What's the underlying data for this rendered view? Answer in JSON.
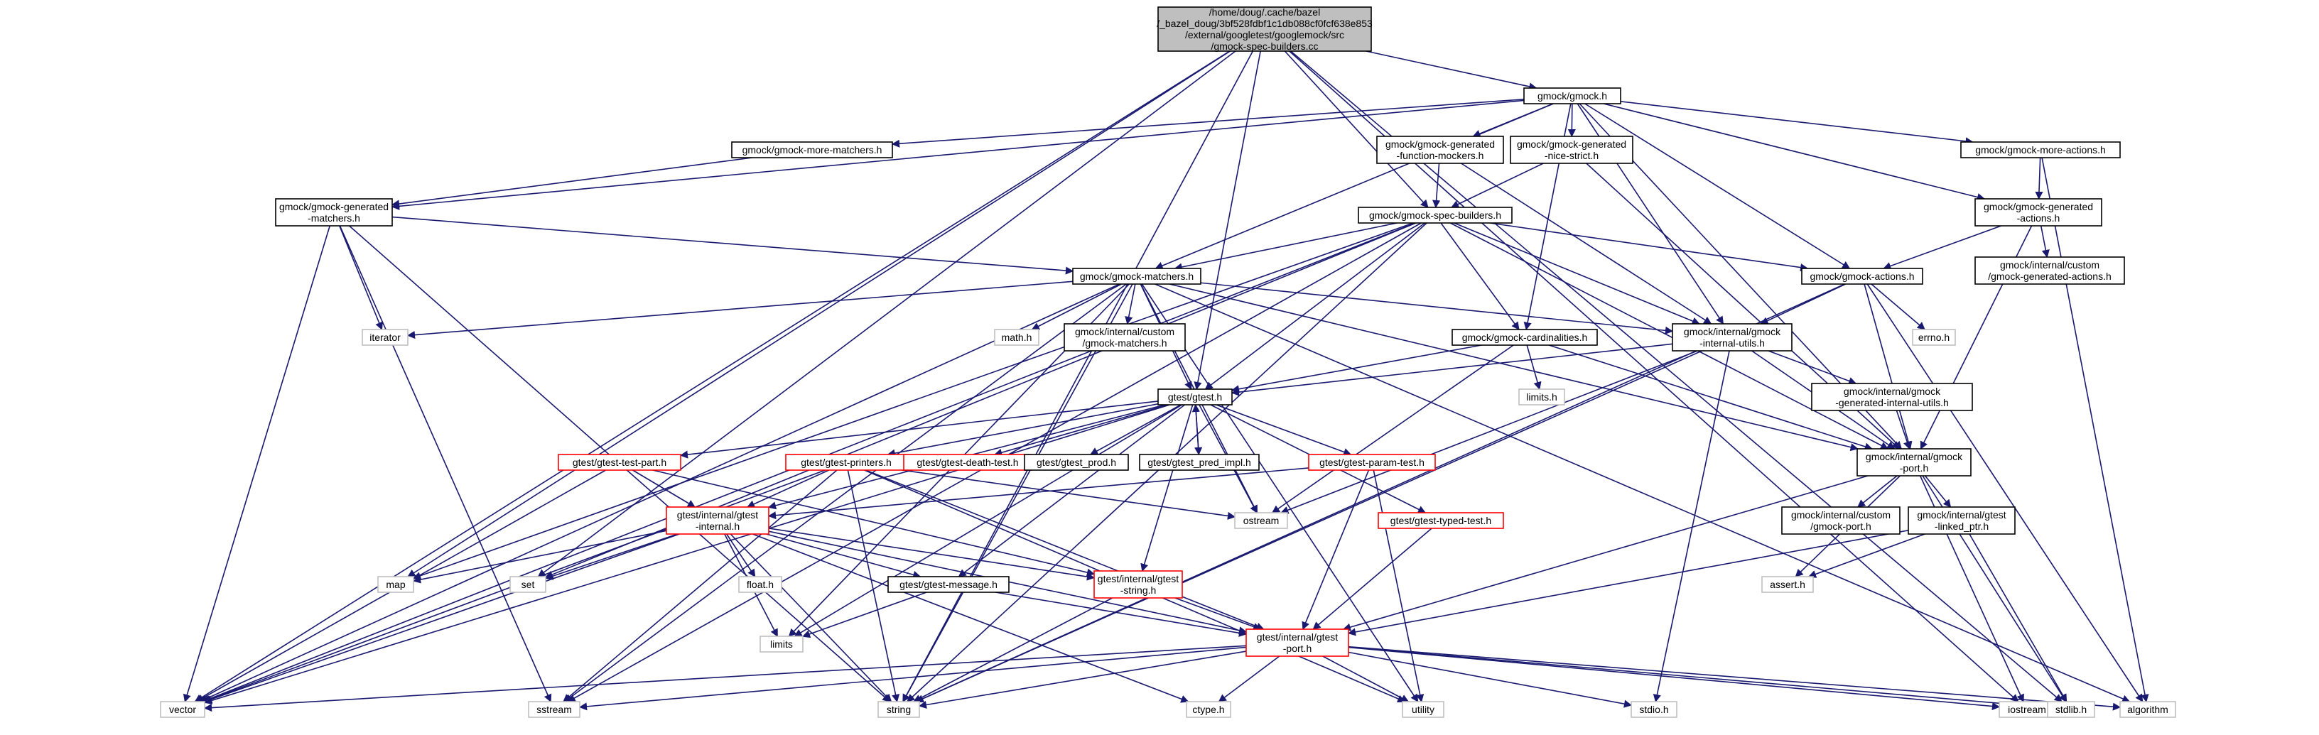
{
  "colors": {
    "edge": "#191970",
    "root_fill": "#bfbfbf",
    "local_border": "#000000",
    "external_border": "#bfbfbf",
    "missing_border": "#ff0000"
  },
  "nodes": [
    {
      "id": "root",
      "lines": [
        "/home/doug/.cache/bazel",
        "/_bazel_doug/3bf528fdbf1c1db088cf0fcf638e853",
        "/external/googletest/googlemock/src",
        "/gmock-spec-builders.cc"
      ],
      "kind": "root"
    },
    {
      "id": "gmock_h",
      "lines": [
        "gmock/gmock.h"
      ],
      "kind": "local"
    },
    {
      "id": "more_matchers",
      "lines": [
        "gmock/gmock-more-matchers.h"
      ],
      "kind": "local"
    },
    {
      "id": "gen_fn_mockers",
      "lines": [
        "gmock/gmock-generated",
        "-function-mockers.h"
      ],
      "kind": "local"
    },
    {
      "id": "gen_nice_strict",
      "lines": [
        "gmock/gmock-generated",
        "-nice-strict.h"
      ],
      "kind": "local"
    },
    {
      "id": "more_actions",
      "lines": [
        "gmock/gmock-more-actions.h"
      ],
      "kind": "local"
    },
    {
      "id": "gen_matchers",
      "lines": [
        "gmock/gmock-generated",
        "-matchers.h"
      ],
      "kind": "local"
    },
    {
      "id": "spec_builders",
      "lines": [
        "gmock/gmock-spec-builders.h"
      ],
      "kind": "local"
    },
    {
      "id": "gen_actions",
      "lines": [
        "gmock/gmock-generated",
        "-actions.h"
      ],
      "kind": "local"
    },
    {
      "id": "matchers",
      "lines": [
        "gmock/gmock-matchers.h"
      ],
      "kind": "local"
    },
    {
      "id": "actions",
      "lines": [
        "gmock/gmock-actions.h"
      ],
      "kind": "local"
    },
    {
      "id": "custom_gen_actions",
      "lines": [
        "gmock/internal/custom",
        "/gmock-generated-actions.h"
      ],
      "kind": "local"
    },
    {
      "id": "iterator",
      "lines": [
        "iterator"
      ],
      "kind": "external"
    },
    {
      "id": "math_h",
      "lines": [
        "math.h"
      ],
      "kind": "external"
    },
    {
      "id": "custom_matchers",
      "lines": [
        "gmock/internal/custom",
        "/gmock-matchers.h"
      ],
      "kind": "local"
    },
    {
      "id": "cardinalities",
      "lines": [
        "gmock/gmock-cardinalities.h"
      ],
      "kind": "local"
    },
    {
      "id": "internal_utils",
      "lines": [
        "gmock/internal/gmock",
        "-internal-utils.h"
      ],
      "kind": "local"
    },
    {
      "id": "errno_h",
      "lines": [
        "errno.h"
      ],
      "kind": "external"
    },
    {
      "id": "limits_h",
      "lines": [
        "limits.h"
      ],
      "kind": "external"
    },
    {
      "id": "gen_internal_utils",
      "lines": [
        "gmock/internal/gmock",
        "-generated-internal-utils.h"
      ],
      "kind": "local"
    },
    {
      "id": "gtest_h",
      "lines": [
        "gtest/gtest.h"
      ],
      "kind": "local"
    },
    {
      "id": "gmock_port",
      "lines": [
        "gmock/internal/gmock",
        "-port.h"
      ],
      "kind": "local"
    },
    {
      "id": "test_part",
      "lines": [
        "gtest/gtest-test-part.h"
      ],
      "kind": "missing"
    },
    {
      "id": "printers",
      "lines": [
        "gtest/gtest-printers.h"
      ],
      "kind": "missing"
    },
    {
      "id": "death_test",
      "lines": [
        "gtest/gtest-death-test.h"
      ],
      "kind": "missing"
    },
    {
      "id": "gtest_prod",
      "lines": [
        "gtest/gtest_prod.h"
      ],
      "kind": "local"
    },
    {
      "id": "pred_impl",
      "lines": [
        "gtest/gtest_pred_impl.h"
      ],
      "kind": "local"
    },
    {
      "id": "param_test",
      "lines": [
        "gtest/gtest-param-test.h"
      ],
      "kind": "missing"
    },
    {
      "id": "ostream",
      "lines": [
        "ostream"
      ],
      "kind": "external"
    },
    {
      "id": "typed_test",
      "lines": [
        "gtest/gtest-typed-test.h"
      ],
      "kind": "missing"
    },
    {
      "id": "custom_port",
      "lines": [
        "gmock/internal/custom",
        "/gmock-port.h"
      ],
      "kind": "local"
    },
    {
      "id": "linked_ptr",
      "lines": [
        "gmock/internal/gtest",
        "-linked_ptr.h"
      ],
      "kind": "local"
    },
    {
      "id": "gtest_internal",
      "lines": [
        "gtest/internal/gtest",
        "-internal.h"
      ],
      "kind": "missing"
    },
    {
      "id": "float_h",
      "lines": [
        "float.h"
      ],
      "kind": "external"
    },
    {
      "id": "message",
      "lines": [
        "gtest/gtest-message.h"
      ],
      "kind": "local"
    },
    {
      "id": "gtest_string",
      "lines": [
        "gtest/internal/gtest",
        "-string.h"
      ],
      "kind": "missing"
    },
    {
      "id": "map",
      "lines": [
        "map"
      ],
      "kind": "external"
    },
    {
      "id": "set",
      "lines": [
        "set"
      ],
      "kind": "external"
    },
    {
      "id": "assert_h",
      "lines": [
        "assert.h"
      ],
      "kind": "external"
    },
    {
      "id": "limits",
      "lines": [
        "limits"
      ],
      "kind": "external"
    },
    {
      "id": "gtest_port",
      "lines": [
        "gtest/internal/gtest",
        "-port.h"
      ],
      "kind": "missing"
    },
    {
      "id": "vector",
      "lines": [
        "vector"
      ],
      "kind": "external"
    },
    {
      "id": "sstream",
      "lines": [
        "sstream"
      ],
      "kind": "external"
    },
    {
      "id": "string",
      "lines": [
        "string"
      ],
      "kind": "external"
    },
    {
      "id": "ctype_h",
      "lines": [
        "ctype.h"
      ],
      "kind": "external"
    },
    {
      "id": "utility",
      "lines": [
        "utility"
      ],
      "kind": "external"
    },
    {
      "id": "stdio_h",
      "lines": [
        "stdio.h"
      ],
      "kind": "external"
    },
    {
      "id": "iostream",
      "lines": [
        "iostream"
      ],
      "kind": "external"
    },
    {
      "id": "stdlib_h",
      "lines": [
        "stdlib.h"
      ],
      "kind": "external"
    },
    {
      "id": "algorithm",
      "lines": [
        "algorithm"
      ],
      "kind": "external"
    }
  ],
  "edges": [
    [
      "root",
      "gmock_h"
    ],
    [
      "root",
      "spec_builders"
    ],
    [
      "root",
      "gtest_h"
    ],
    [
      "root",
      "map"
    ],
    [
      "root",
      "set"
    ],
    [
      "root",
      "vector"
    ],
    [
      "root",
      "string"
    ],
    [
      "root",
      "iostream"
    ],
    [
      "root",
      "stdlib_h"
    ],
    [
      "gmock_h",
      "more_matchers"
    ],
    [
      "gmock_h",
      "gen_fn_mockers"
    ],
    [
      "gmock_h",
      "gen_nice_strict"
    ],
    [
      "gmock_h",
      "more_actions"
    ],
    [
      "gmock_h",
      "gen_matchers"
    ],
    [
      "gmock_h",
      "gen_actions"
    ],
    [
      "gmock_h",
      "matchers"
    ],
    [
      "gmock_h",
      "actions"
    ],
    [
      "gmock_h",
      "cardinalities"
    ],
    [
      "gmock_h",
      "internal_utils"
    ],
    [
      "gmock_h",
      "gmock_port"
    ],
    [
      "more_matchers",
      "gen_matchers"
    ],
    [
      "gen_fn_mockers",
      "spec_builders"
    ],
    [
      "gen_fn_mockers",
      "internal_utils"
    ],
    [
      "gen_nice_strict",
      "spec_builders"
    ],
    [
      "gen_nice_strict",
      "gmock_port"
    ],
    [
      "more_actions",
      "gen_actions"
    ],
    [
      "more_actions",
      "algorithm"
    ],
    [
      "gen_matchers",
      "matchers"
    ],
    [
      "gen_matchers",
      "iterator"
    ],
    [
      "gen_matchers",
      "vector"
    ],
    [
      "gen_matchers",
      "sstream"
    ],
    [
      "gen_matchers",
      "string"
    ],
    [
      "spec_builders",
      "matchers"
    ],
    [
      "spec_builders",
      "actions"
    ],
    [
      "spec_builders",
      "cardinalities"
    ],
    [
      "spec_builders",
      "internal_utils"
    ],
    [
      "spec_builders",
      "gmock_port"
    ],
    [
      "spec_builders",
      "gtest_h"
    ],
    [
      "spec_builders",
      "map"
    ],
    [
      "spec_builders",
      "set"
    ],
    [
      "spec_builders",
      "sstream"
    ],
    [
      "spec_builders",
      "vector"
    ],
    [
      "spec_builders",
      "string"
    ],
    [
      "gen_actions",
      "actions"
    ],
    [
      "gen_actions",
      "custom_gen_actions"
    ],
    [
      "gen_actions",
      "gmock_port"
    ],
    [
      "matchers",
      "internal_utils"
    ],
    [
      "matchers",
      "gmock_port"
    ],
    [
      "matchers",
      "gtest_h"
    ],
    [
      "matchers",
      "iterator"
    ],
    [
      "matchers",
      "math_h"
    ],
    [
      "matchers",
      "custom_matchers"
    ],
    [
      "matchers",
      "limits"
    ],
    [
      "matchers",
      "ostream"
    ],
    [
      "matchers",
      "sstream"
    ],
    [
      "matchers",
      "string"
    ],
    [
      "matchers",
      "utility"
    ],
    [
      "matchers",
      "vector"
    ],
    [
      "matchers",
      "algorithm"
    ],
    [
      "actions",
      "internal_utils"
    ],
    [
      "actions",
      "gmock_port"
    ],
    [
      "actions",
      "errno_h"
    ],
    [
      "actions",
      "algorithm"
    ],
    [
      "actions",
      "string"
    ],
    [
      "cardinalities",
      "gmock_port"
    ],
    [
      "cardinalities",
      "gtest_h"
    ],
    [
      "cardinalities",
      "limits_h"
    ],
    [
      "cardinalities",
      "ostream"
    ],
    [
      "internal_utils",
      "gen_internal_utils"
    ],
    [
      "internal_utils",
      "gmock_port"
    ],
    [
      "internal_utils",
      "gtest_h"
    ],
    [
      "internal_utils",
      "ostream"
    ],
    [
      "internal_utils",
      "string"
    ],
    [
      "internal_utils",
      "stdio_h"
    ],
    [
      "gen_internal_utils",
      "gmock_port"
    ],
    [
      "gmock_port",
      "custom_port"
    ],
    [
      "gmock_port",
      "linked_ptr"
    ],
    [
      "gmock_port",
      "gtest_port"
    ],
    [
      "gmock_port",
      "assert_h"
    ],
    [
      "gmock_port",
      "iostream"
    ],
    [
      "gmock_port",
      "stdlib_h"
    ],
    [
      "linked_ptr",
      "gtest_port"
    ],
    [
      "linked_ptr",
      "assert_h"
    ],
    [
      "linked_ptr",
      "stdlib_h"
    ],
    [
      "gtest_h",
      "test_part"
    ],
    [
      "gtest_h",
      "printers"
    ],
    [
      "gtest_h",
      "death_test"
    ],
    [
      "gtest_h",
      "gtest_prod"
    ],
    [
      "gtest_h",
      "pred_impl"
    ],
    [
      "gtest_h",
      "param_test"
    ],
    [
      "gtest_h",
      "typed_test"
    ],
    [
      "gtest_h",
      "gtest_internal"
    ],
    [
      "gtest_h",
      "message"
    ],
    [
      "gtest_h",
      "gtest_string"
    ],
    [
      "gtest_h",
      "ostream"
    ],
    [
      "gtest_h",
      "limits"
    ],
    [
      "gtest_h",
      "vector"
    ],
    [
      "pred_impl",
      "gtest_h"
    ],
    [
      "test_part",
      "gtest_internal"
    ],
    [
      "test_part",
      "gtest_string"
    ],
    [
      "test_part",
      "vector"
    ],
    [
      "printers",
      "gtest_internal"
    ],
    [
      "printers",
      "gtest_port"
    ],
    [
      "printers",
      "ostream"
    ],
    [
      "printers",
      "sstream"
    ],
    [
      "printers",
      "string"
    ],
    [
      "printers",
      "utility"
    ],
    [
      "printers",
      "vector"
    ],
    [
      "param_test",
      "gtest_internal"
    ],
    [
      "param_test",
      "gtest_port"
    ],
    [
      "param_test",
      "utility"
    ],
    [
      "typed_test",
      "gtest_port"
    ],
    [
      "gtest_internal",
      "message"
    ],
    [
      "gtest_internal",
      "gtest_string"
    ],
    [
      "gtest_internal",
      "gtest_port"
    ],
    [
      "gtest_internal",
      "float_h"
    ],
    [
      "gtest_internal",
      "map"
    ],
    [
      "gtest_internal",
      "set"
    ],
    [
      "gtest_internal",
      "limits"
    ],
    [
      "gtest_internal",
      "vector"
    ],
    [
      "gtest_internal",
      "string"
    ],
    [
      "gtest_internal",
      "ctype_h"
    ],
    [
      "message",
      "gtest_port"
    ],
    [
      "message",
      "limits"
    ],
    [
      "gtest_string",
      "gtest_port"
    ],
    [
      "gtest_string",
      "string"
    ],
    [
      "gtest_port",
      "vector"
    ],
    [
      "gtest_port",
      "sstream"
    ],
    [
      "gtest_port",
      "string"
    ],
    [
      "gtest_port",
      "ctype_h"
    ],
    [
      "gtest_port",
      "utility"
    ],
    [
      "gtest_port",
      "stdio_h"
    ],
    [
      "gtest_port",
      "iostream"
    ],
    [
      "gtest_port",
      "stdlib_h"
    ],
    [
      "gtest_port",
      "algorithm"
    ]
  ]
}
